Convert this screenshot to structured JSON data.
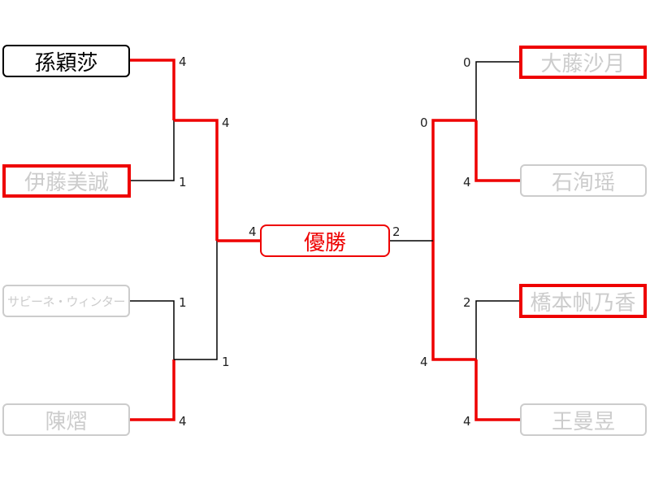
{
  "colors": {
    "win_line": "#ee0000",
    "lose_line": "#000000",
    "faded": "#cccccc",
    "accent": "#ee0000"
  },
  "champion_label": "優勝",
  "players": {
    "p1": "孫穎莎",
    "p2": "伊藤美誠",
    "p3": "サビーネ・ウィンター",
    "p4": "陳熠",
    "p5": "大藤沙月",
    "p6": "石洵瑶",
    "p7": "橋本帆乃香",
    "p8": "王曼昱"
  },
  "scores": {
    "r1_p1": "4",
    "r1_p2": "1",
    "r1_p3": "1",
    "r1_p4": "4",
    "r1_p5": "0",
    "r1_p6": "4",
    "r1_p7": "2",
    "r1_p8": "4",
    "sf_top_left": "4",
    "sf_bottom_left": "1",
    "sf_top_right": "0",
    "sf_bottom_right": "4",
    "final_left": "4",
    "final_right": "2"
  }
}
